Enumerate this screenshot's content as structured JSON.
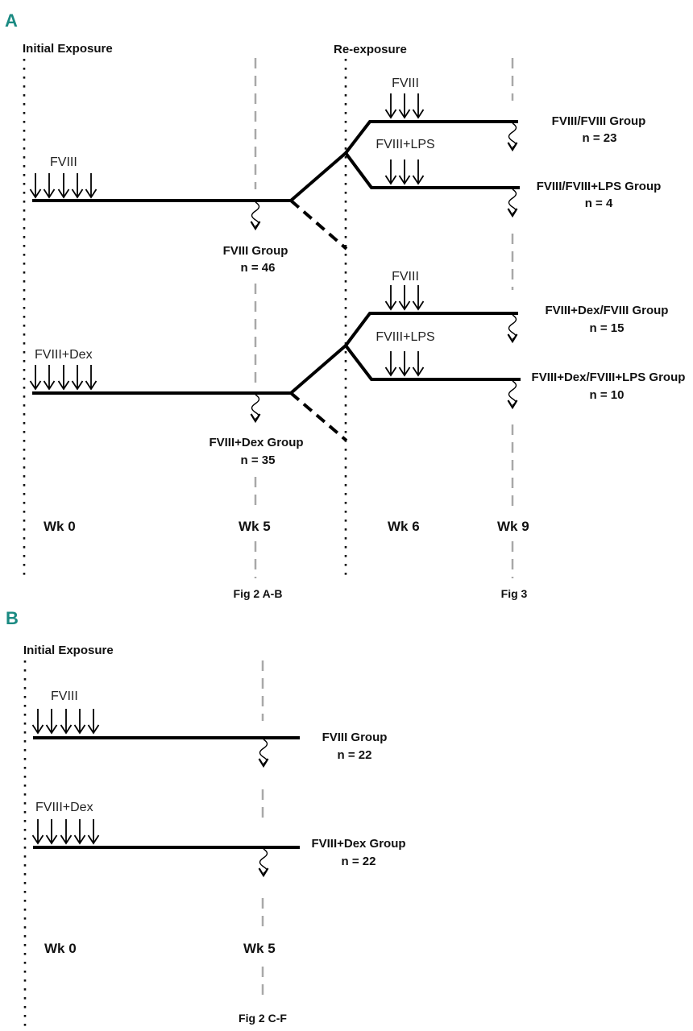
{
  "panels": {
    "A": {
      "letter": "A",
      "phase_initial": "Initial  Exposure",
      "phase_reexposure": "Re-exposure",
      "rows": [
        {
          "initial_treatment": "FVIII",
          "initial_injections": 5,
          "wk5_group": "FVIII Group",
          "wk5_n": "n = 46",
          "reexposure": [
            {
              "treatment": "FVIII",
              "injections": 3,
              "group": "FVIII/FVIII Group",
              "n": "n = 23"
            },
            {
              "treatment": "FVIII+LPS",
              "injections": 3,
              "group": "FVIII/FVIII+LPS Group",
              "n": "n = 4"
            }
          ]
        },
        {
          "initial_treatment": "FVIII+Dex",
          "initial_injections": 5,
          "wk5_group": "FVIII+Dex Group",
          "wk5_n": "n = 35",
          "reexposure": [
            {
              "treatment": "FVIII",
              "injections": 3,
              "group": "FVIII+Dex/FVIII Group",
              "n": "n = 15"
            },
            {
              "treatment": "FVIII+LPS",
              "injections": 3,
              "group": "FVIII+Dex/FVIII+LPS Group",
              "n": "n = 10"
            }
          ]
        }
      ],
      "weeks": [
        "Wk 0",
        "Wk 5",
        "Wk 6",
        "Wk 9"
      ],
      "fig_refs": [
        "Fig 2 A-B",
        "Fig 3"
      ]
    },
    "B": {
      "letter": "B",
      "phase_initial": "Initial  Exposure",
      "rows": [
        {
          "initial_treatment": "FVIII",
          "initial_injections": 5,
          "group": "FVIII Group",
          "n": "n = 22"
        },
        {
          "initial_treatment": "FVIII+Dex",
          "initial_injections": 5,
          "group": "FVIII+Dex Group",
          "n": "n = 22"
        }
      ],
      "weeks": [
        "Wk 0",
        "Wk 5"
      ],
      "fig_refs": [
        "Fig 2 C-F"
      ]
    }
  },
  "legend_icons": {
    "injection": "down-arrow-icon",
    "bleed": "squiggle-arrow-icon"
  },
  "colors": {
    "panel_letter": "#1a8a82",
    "timeline": "#000000",
    "timepoint_line": "#a8a8a8"
  }
}
